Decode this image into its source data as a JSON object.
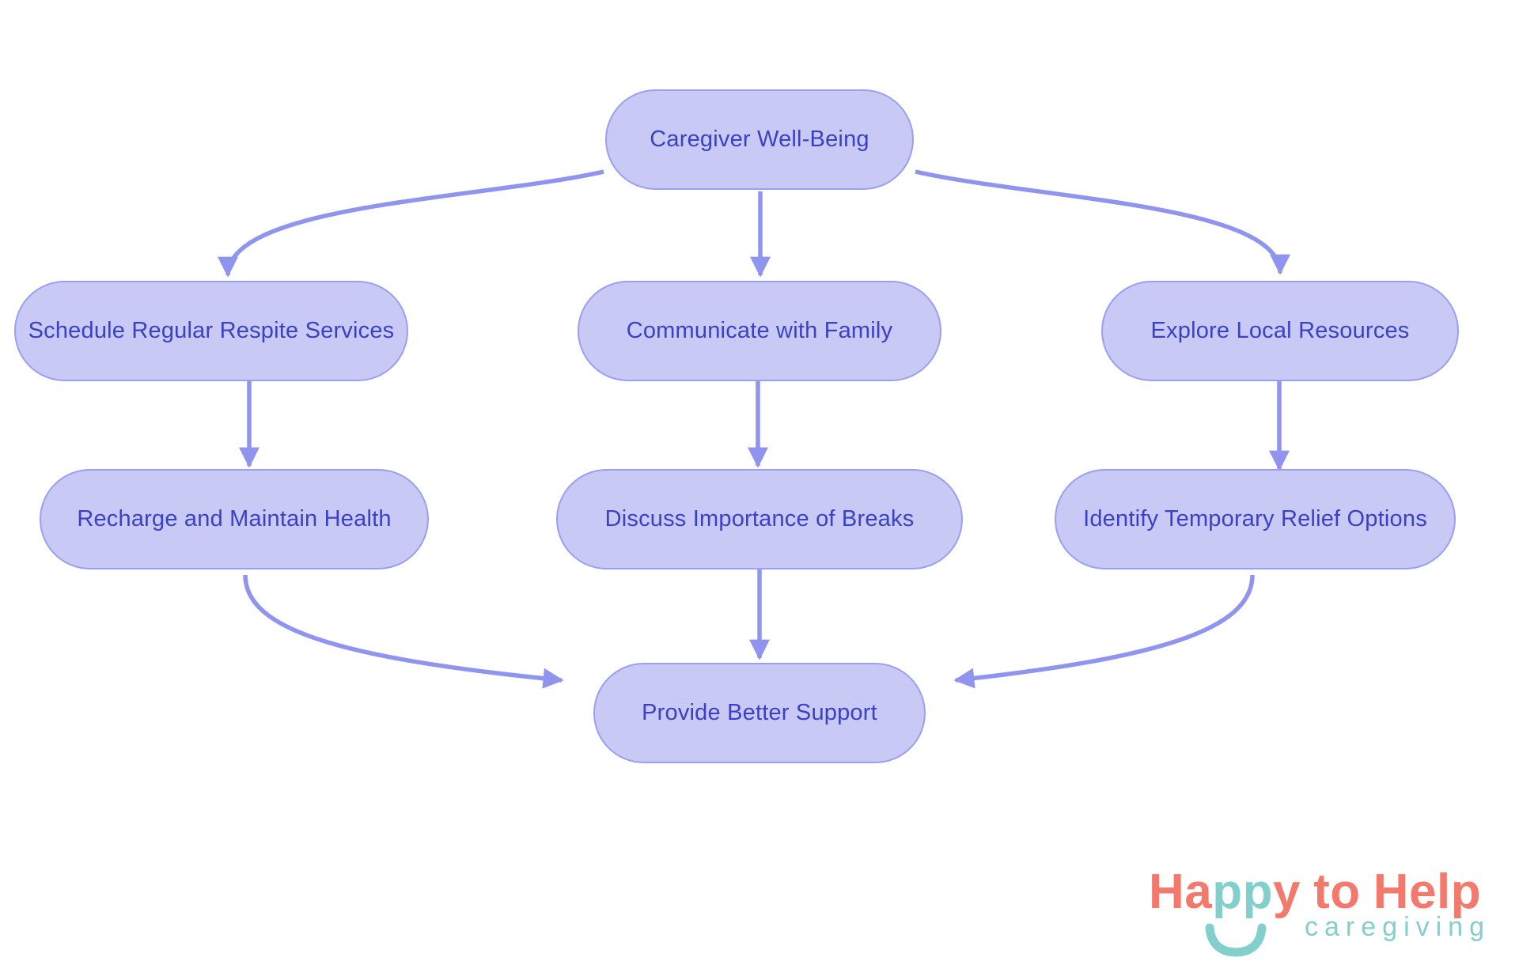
{
  "colors": {
    "node_fill": "#C8C9F4",
    "node_border": "#9B9FF1",
    "node_text": "#3A41C6",
    "connector": "#8F94EE",
    "coral": "#F2796C",
    "teal": "#82CFCB"
  },
  "diagram": {
    "nodes": [
      {
        "id": "root",
        "label": "Caregiver Well-Being"
      },
      {
        "id": "respite",
        "label": "Schedule Regular Respite Services"
      },
      {
        "id": "family",
        "label": "Communicate with Family"
      },
      {
        "id": "resources",
        "label": "Explore Local Resources"
      },
      {
        "id": "recharge",
        "label": "Recharge and Maintain Health"
      },
      {
        "id": "breaks",
        "label": "Discuss Importance of Breaks"
      },
      {
        "id": "relief",
        "label": "Identify Temporary Relief Options"
      },
      {
        "id": "support",
        "label": "Provide Better Support"
      }
    ],
    "edges": [
      {
        "from": "root",
        "to": "respite"
      },
      {
        "from": "root",
        "to": "family"
      },
      {
        "from": "root",
        "to": "resources"
      },
      {
        "from": "respite",
        "to": "recharge"
      },
      {
        "from": "family",
        "to": "breaks"
      },
      {
        "from": "resources",
        "to": "relief"
      },
      {
        "from": "recharge",
        "to": "support"
      },
      {
        "from": "breaks",
        "to": "support"
      },
      {
        "from": "relief",
        "to": "support"
      }
    ]
  },
  "logo": {
    "part_ha": "Ha",
    "part_pp": "pp",
    "part_y": "y",
    "part_to": "to",
    "part_help": "Help",
    "tagline": "caregiving"
  }
}
